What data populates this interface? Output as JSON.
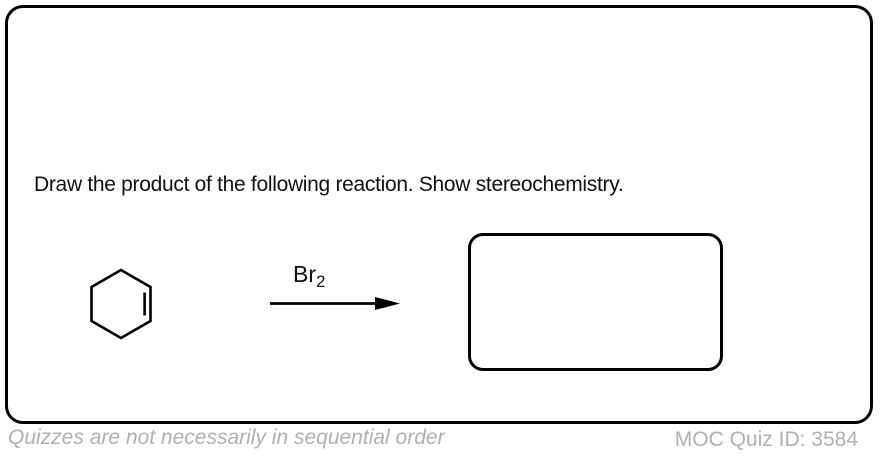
{
  "question": {
    "prompt": "Draw the product of the following reaction. Show stereochemistry.",
    "reactant": "cyclohexene",
    "reagent": "Br",
    "reagent_subscript": "2"
  },
  "footer": {
    "left_note": "Quizzes are not necessarily in sequential order",
    "right_note": "MOC Quiz ID: 3584"
  },
  "colors": {
    "card_border": "#000000",
    "structure_stroke": "#000000",
    "prompt_text": "#111111",
    "footer_text": "#b0b0b0",
    "background": "#ffffff"
  }
}
